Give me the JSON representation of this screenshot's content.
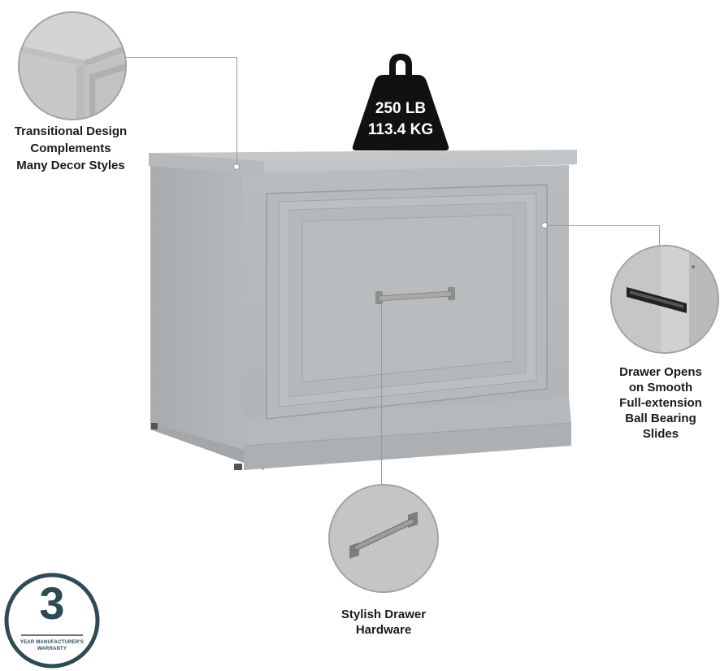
{
  "callouts": {
    "design": {
      "line1": "Transitional Design",
      "line2": "Complements",
      "line3": "Many Decor Styles"
    },
    "drawer": {
      "line1": "Drawer Opens",
      "line2": "on Smooth",
      "line3": "Full-extension",
      "line4": "Ball Bearing",
      "line5": "Slides"
    },
    "hardware": {
      "line1": "Stylish Drawer",
      "line2": "Hardware"
    }
  },
  "weight": {
    "lb": "250 LB",
    "kg": "113.4 KG"
  },
  "warranty": {
    "years": "3",
    "line1": "YEAR MANUFACTURER'S",
    "line2": "WARRANTY"
  },
  "colors": {
    "cabinet": "#b4b7b9",
    "weight_badge": "#111111",
    "warranty_ring": "#2f4a55"
  },
  "icons": {
    "weight": "kettlebell-weight-icon",
    "warranty": "warranty-badge-icon"
  }
}
